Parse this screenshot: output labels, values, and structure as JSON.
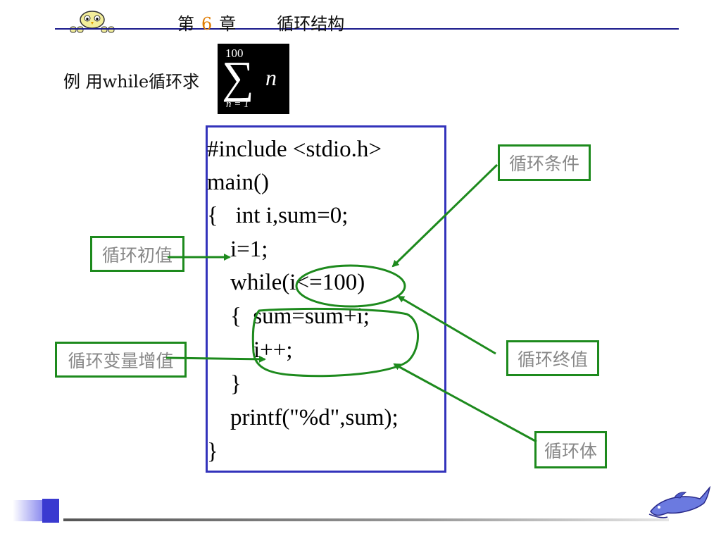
{
  "header": {
    "chapter_prefix": "第",
    "chapter_number": "6",
    "chapter_suffix": "章",
    "chapter_name": "循环结构",
    "mascot_icon": "owl-mascot-icon"
  },
  "example": {
    "text": "例 用while循环求",
    "formula": {
      "upper": "100",
      "symbol": "∑",
      "lower": "n = 1",
      "term": "n"
    }
  },
  "code": {
    "lines": [
      "#include <stdio.h>",
      "main()",
      "{   int i,sum=0;",
      "    i=1;",
      "    while(i<=100)",
      "    {  sum=sum+i;",
      "        i++;",
      "    }",
      "    printf(\"%d\",sum);",
      "}"
    ]
  },
  "annotations": {
    "loop_condition": "循环条件",
    "loop_initial": "循环初值",
    "loop_increment": "循环变量增值",
    "loop_final": "循环终值",
    "loop_body": "循环体"
  },
  "colors": {
    "accent_green": "#1d8a1d",
    "code_border": "#3333bb",
    "chapter_number": "#e07b00",
    "header_line": "#1a1a8c"
  },
  "footer": {
    "logo_icon": "dolphin-logo-icon"
  }
}
